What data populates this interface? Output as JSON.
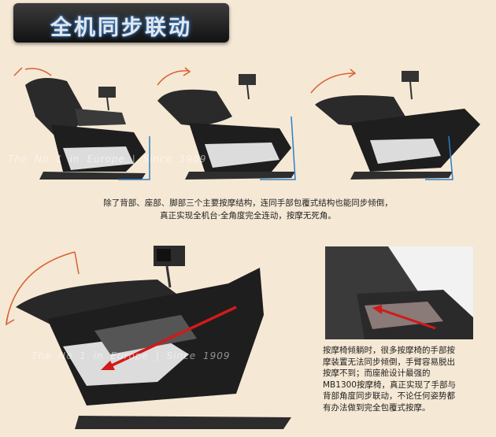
{
  "header": {
    "title": "全机同步联动"
  },
  "watermark": {
    "line1": "The No 1 in Europe | Since 1909"
  },
  "caption": {
    "line1": "除了背部、座部、脚部三个主要按摩结构，连同手部包覆式结构也能同步倾倒，",
    "line2": "真正实现全机台·全角度完全连动，按摩无死角。"
  },
  "side_text": {
    "line1": "按摩椅倾躺时，很多按摩椅的手部按",
    "line2": "摩装置无法同步倾倒，手臂容易脱出",
    "line3": "按摩不到；而座舱设计最强的",
    "line4": "MB1300按摩椅，真正实现了手部与",
    "line5": "背部角度同步联动，不论任何姿势都",
    "line6": "有办法做到完全包覆式按摩。"
  },
  "colors": {
    "background": "#f5e8d5",
    "banner": "#1a1a1a",
    "arrow": "#d11a1a",
    "accent_blue": "#2a7fc9"
  }
}
